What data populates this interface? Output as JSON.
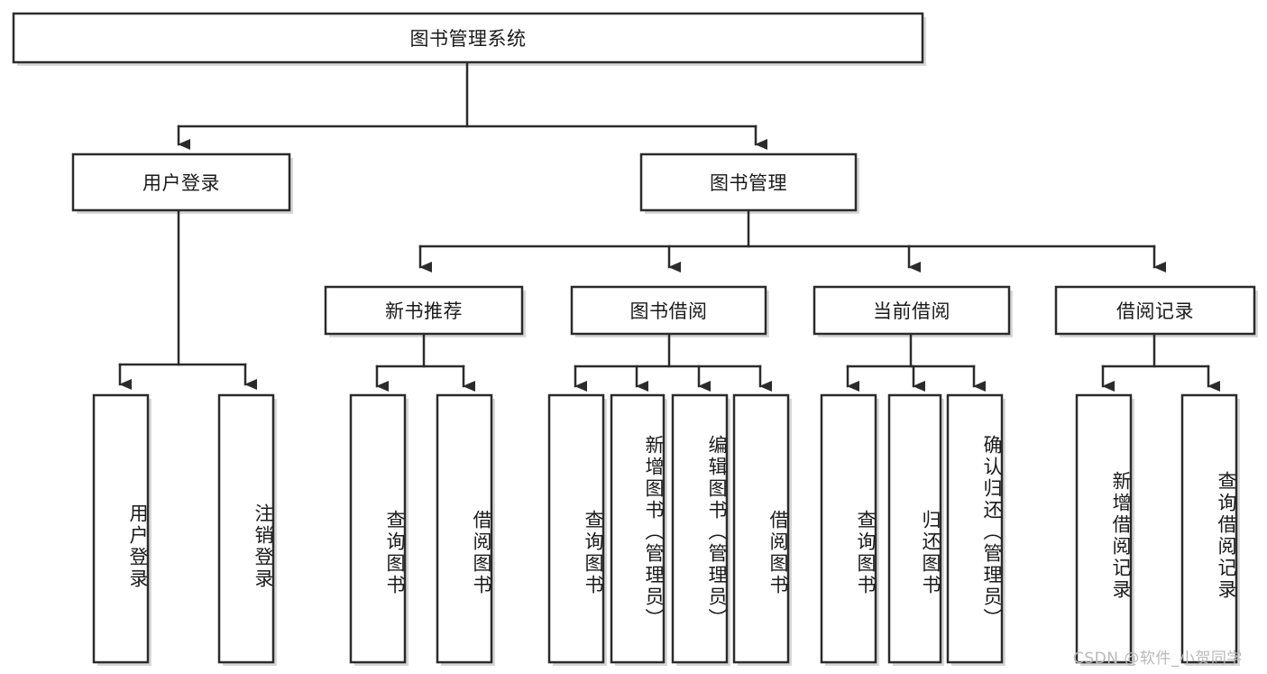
{
  "diagram": {
    "kind": "tree-hierarchy-chart",
    "orientation": "top-down",
    "background_color": "#ffffff",
    "box_stroke_color": "#2b2b2b",
    "box_fill_color": "#ffffff",
    "text_color": "#1a1a1a",
    "watermark_color": "#b9b9b9"
  },
  "root": {
    "label": "图书管理系统"
  },
  "level2": [
    {
      "label": "用户登录"
    },
    {
      "label": "图书管理"
    }
  ],
  "level3": [
    {
      "label": "新书推荐"
    },
    {
      "label": "图书借阅"
    },
    {
      "label": "当前借阅"
    },
    {
      "label": "借阅记录"
    }
  ],
  "leaves": {
    "user_login": [
      {
        "label": "用户登录"
      },
      {
        "label": "注销登录"
      }
    ],
    "new_book": [
      {
        "label": "查询图书"
      },
      {
        "label": "借阅图书"
      }
    ],
    "book_borrow": [
      {
        "label": "查询图书"
      },
      {
        "label": "新增图书（管理员）"
      },
      {
        "label": "编辑图书（管理员）"
      },
      {
        "label": "借阅图书"
      }
    ],
    "current_borrow": [
      {
        "label": "查询图书"
      },
      {
        "label": "归还图书"
      },
      {
        "label": "确认归还（管理员）"
      }
    ],
    "borrow_record": [
      {
        "label": "新增借阅记录"
      },
      {
        "label": "查询借阅记录"
      }
    ]
  },
  "watermark": {
    "text": "CSDN @软件_小贺同学"
  }
}
